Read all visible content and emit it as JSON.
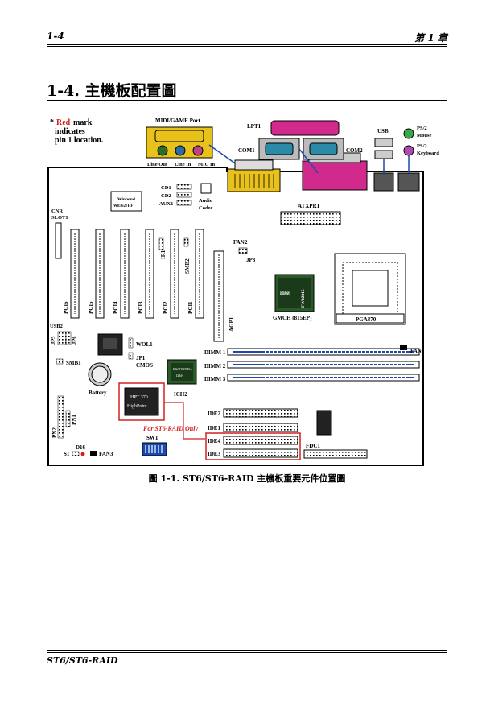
{
  "header": {
    "left": "1-4",
    "right": "第 1 章"
  },
  "section_title": "1-4.  主機板配置圖",
  "note": {
    "star": "*",
    "red": "Red",
    "rest1": " mark",
    "line2": "indicates",
    "line3": "pin 1 location."
  },
  "labels": {
    "midi": "MIDI/GAME Port",
    "line_out": "Line Out",
    "line_in": "Line In",
    "mic_in": "MIC In",
    "lpt1": "LPT1",
    "com1": "COM1",
    "com2": "COM2",
    "usb": "USB",
    "ps2_mouse_1": "PS/2",
    "ps2_mouse_2": "Mouse",
    "ps2_kb_1": "PS/2",
    "ps2_kb_2": "Keyboard",
    "winbond_1": "Winbond",
    "winbond_2": "W83627HF",
    "cd1": "CD1",
    "cd2": "CD2",
    "aux1": "AUX1",
    "audio_1": "Audio",
    "audio_2": "Codec",
    "atxpr1": "ATXPR1",
    "cnr_1": "CNR",
    "cnr_2": "SLOT1",
    "fan2": "FAN2",
    "jp3": "JP3",
    "ir1": "IR1",
    "smb2": "SMB2",
    "pci16": "PCI6",
    "pci15": "PCI5",
    "pci14": "PCI4",
    "pci13": "PCI3",
    "pci12": "PCI2",
    "pci11": "PCI1",
    "agp1": "AGP1",
    "intel_1": "intel",
    "intel_2": "FW82815",
    "gmch": "GMCH (815EP)",
    "pga": "PGA370",
    "usb2": "USB2",
    "jp5": "JP5",
    "jp6": "JP6",
    "wol1": "WOL1",
    "jp1": "JP1",
    "cmos": "CMOS",
    "smb1": "SMB1",
    "battery": "Battery",
    "ich2_chip_1": "FW82801BA",
    "ich2_chip_2": "Intel",
    "ich2": "ICH2",
    "dimm1": "DIMM 1",
    "dimm2": "DIMM 2",
    "dimm3": "DIMM 3",
    "fan1": "FAN1",
    "hpt_1": "HPT 370",
    "hpt_2": "HighPoint",
    "raid_only": "For ST6-RAID Only",
    "sw1": "SW1",
    "ide2": "IDE2",
    "ide1": "IDE1",
    "ide4": "IDE4",
    "ide3": "IDE3",
    "fdc1": "FDC1",
    "pn2": "PN2",
    "pn1": "PN1",
    "d16": "D16",
    "s1": "S1",
    "fan3": "FAN3"
  },
  "caption": "圖 1-1. ST6/ST6-RAID 主機板重要元件位置圖",
  "footer": "ST6/ST6-RAID",
  "colors": {
    "raid_red": "#d42020",
    "board_line": "#000000",
    "lpt_pink": "#d22a8c",
    "game_yellow": "#e8c21a",
    "com_blue": "#2a8aa8"
  }
}
